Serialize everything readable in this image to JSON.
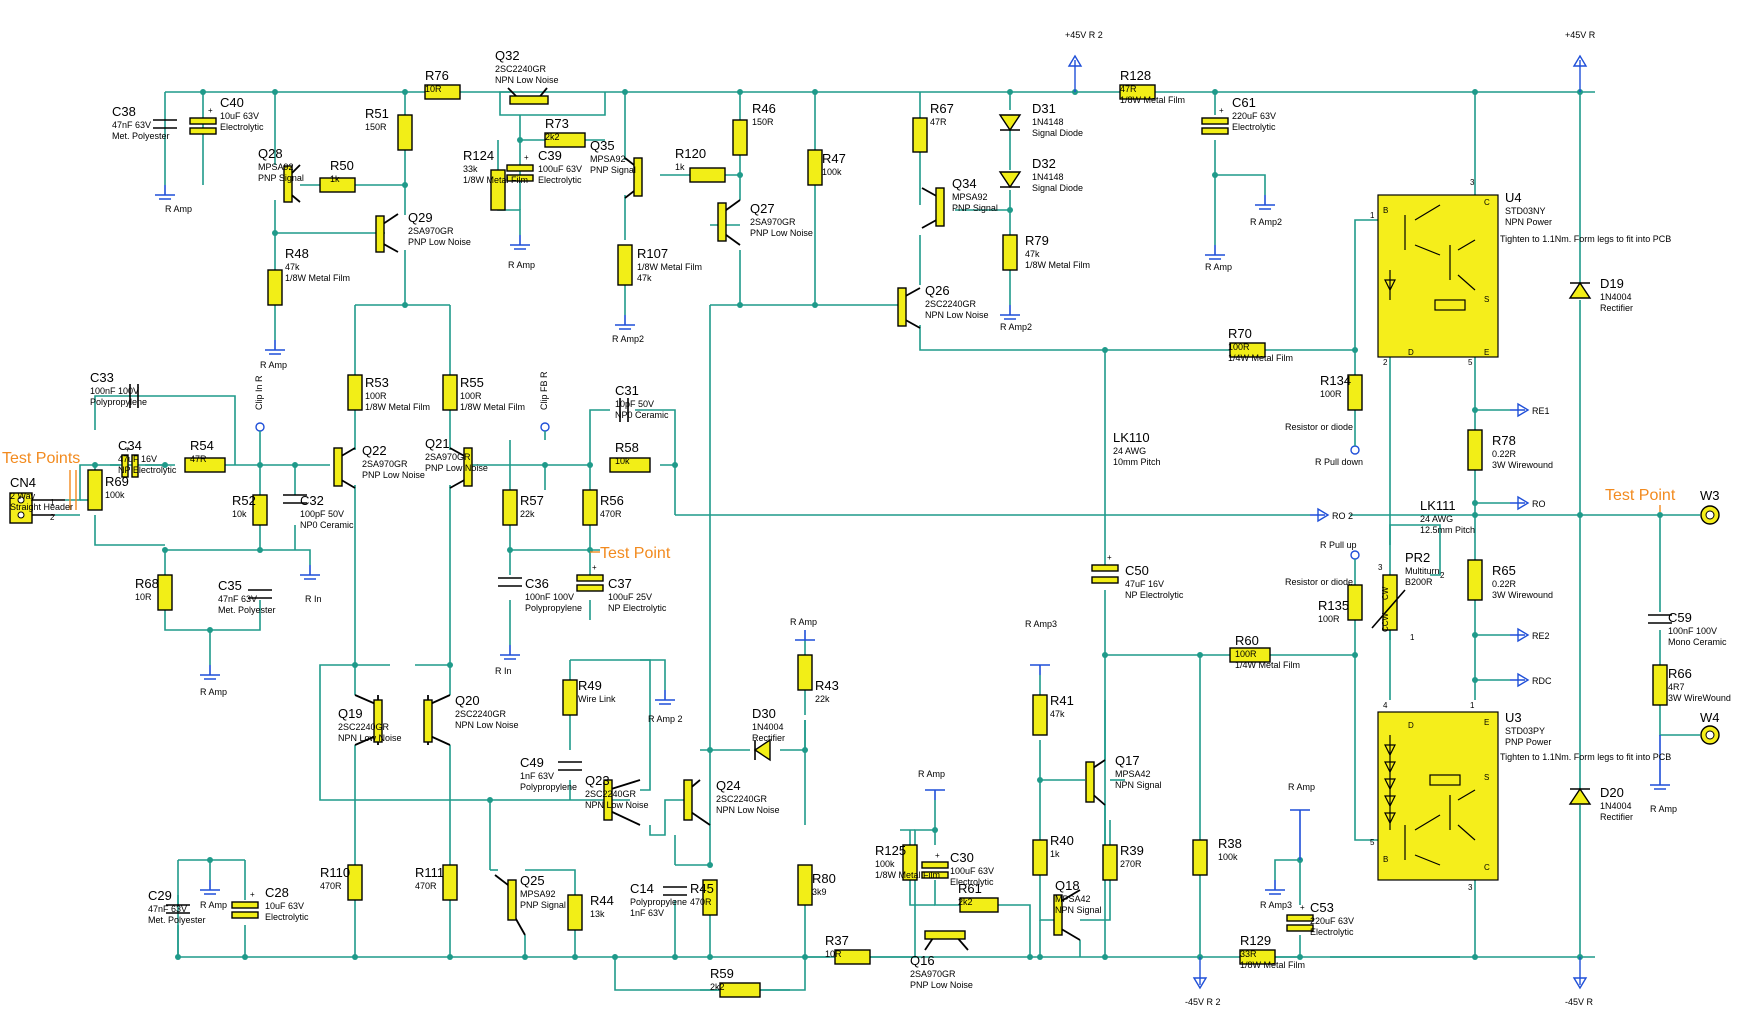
{
  "test_point_labels": [
    "Test Points",
    "Test Point",
    "Test Point"
  ],
  "power_labels": {
    "plus_r2": "+45V R 2",
    "plus_r": "+45V R",
    "minus_r2": "-45V R 2",
    "minus_r": "-45V R"
  },
  "nets": {
    "r_amp": "R Amp",
    "r_amp2": "R Amp2",
    "r_amp_2": "R Amp 2",
    "r_amp3": "R Amp3",
    "r_in": "R In",
    "clip_in": "Clip In R",
    "clip_fb": "Clip FB R",
    "re1": "RE1",
    "ro2": "RO 2",
    "ro": "RO",
    "re2": "RE2",
    "rdc": "RDC",
    "r_pull_down": "R Pull down",
    "r_pull_up": "R Pull up",
    "res_or_diode": "Resistor or diode"
  },
  "components": [
    {
      "ref": "C38",
      "v1": "47nF 63V",
      "v2": "Met. Polyester"
    },
    {
      "ref": "C40",
      "v1": "10uF 63V",
      "v2": "Electrolytic"
    },
    {
      "ref": "Q28",
      "v1": "MPSA92",
      "v2": "PNP Signal"
    },
    {
      "ref": "R50",
      "v1": "1k",
      "v2": ""
    },
    {
      "ref": "R51",
      "v1": "150R",
      "v2": ""
    },
    {
      "ref": "R76",
      "v1": "10R",
      "v2": ""
    },
    {
      "ref": "Q32",
      "v1": "2SC2240GR",
      "v2": "NPN Low Noise"
    },
    {
      "ref": "R73",
      "v1": "2k2",
      "v2": ""
    },
    {
      "ref": "R124",
      "v1": "33k",
      "v2": "1/8W Metal Film"
    },
    {
      "ref": "C39",
      "v1": "100uF 63V",
      "v2": "Electrolytic"
    },
    {
      "ref": "Q29",
      "v1": "2SA970GR",
      "v2": "PNP Low Noise"
    },
    {
      "ref": "R48",
      "v1": "47k",
      "v2": "1/8W Metal Film"
    },
    {
      "ref": "Q35",
      "v1": "MPSA92",
      "v2": "PNP Signal"
    },
    {
      "ref": "R120",
      "v1": "1k",
      "v2": ""
    },
    {
      "ref": "R46",
      "v1": "150R",
      "v2": ""
    },
    {
      "ref": "R47",
      "v1": "100k",
      "v2": ""
    },
    {
      "ref": "Q27",
      "v1": "2SA970GR",
      "v2": "PNP Low Noise"
    },
    {
      "ref": "R107",
      "v1": "1/8W Metal Film",
      "v2": "47k"
    },
    {
      "ref": "R67",
      "v1": "47R",
      "v2": ""
    },
    {
      "ref": "Q34",
      "v1": "MPSA92",
      "v2": "PNP Signal"
    },
    {
      "ref": "Q26",
      "v1": "2SC2240GR",
      "v2": "NPN Low Noise"
    },
    {
      "ref": "D31",
      "v1": "1N4148",
      "v2": "Signal Diode"
    },
    {
      "ref": "D32",
      "v1": "1N4148",
      "v2": "Signal Diode"
    },
    {
      "ref": "R79",
      "v1": "47k",
      "v2": "1/8W Metal Film"
    },
    {
      "ref": "R128",
      "v1": "47R",
      "v2": "1/8W Metal Film"
    },
    {
      "ref": "C61",
      "v1": "220uF 63V",
      "v2": "Electrolytic"
    },
    {
      "ref": "U4",
      "v1": "STD03NY",
      "v2": "NPN Power"
    },
    {
      "ref": "U3",
      "v1": "STD03PY",
      "v2": "PNP Power"
    },
    {
      "ref": "D19",
      "v1": "1N4004",
      "v2": "Rectifier"
    },
    {
      "ref": "D20",
      "v1": "1N4004",
      "v2": "Rectifier"
    },
    {
      "ref": "R70",
      "v1": "100R",
      "v2": "1/4W Metal Film"
    },
    {
      "ref": "R134",
      "v1": "100R",
      "v2": ""
    },
    {
      "ref": "R78",
      "v1": "0.22R",
      "v2": "3W Wirewound"
    },
    {
      "ref": "R65",
      "v1": "0.22R",
      "v2": "3W Wirewound"
    },
    {
      "ref": "LK110",
      "v1": "24 AWG",
      "v2": "10mm Pitch"
    },
    {
      "ref": "LK111",
      "v1": "24 AWG",
      "v2": "12.5mm Pitch"
    },
    {
      "ref": "C33",
      "v1": "100nF 100V",
      "v2": "Polypropylene"
    },
    {
      "ref": "C34",
      "v1": "47uF 16V",
      "v2": "NP Electrolytic"
    },
    {
      "ref": "R54",
      "v1": "47R",
      "v2": ""
    },
    {
      "ref": "CN4",
      "v1": "2 Way",
      "v2": "Straight Header"
    },
    {
      "ref": "R69",
      "v1": "100k",
      "v2": ""
    },
    {
      "ref": "R52",
      "v1": "10k",
      "v2": ""
    },
    {
      "ref": "C32",
      "v1": "100pF 50V",
      "v2": "NP0 Ceramic"
    },
    {
      "ref": "R53",
      "v1": "100R",
      "v2": "1/8W Metal Film"
    },
    {
      "ref": "Q22",
      "v1": "2SA970GR",
      "v2": "PNP Low Noise"
    },
    {
      "ref": "R55",
      "v1": "100R",
      "v2": "1/8W Metal Film"
    },
    {
      "ref": "Q21",
      "v1": "2SA970GR",
      "v2": "PNP Low Noise"
    },
    {
      "ref": "C31",
      "v1": "10pF 50V",
      "v2": "NP0 Ceramic"
    },
    {
      "ref": "R58",
      "v1": "10k",
      "v2": ""
    },
    {
      "ref": "R57",
      "v1": "22k",
      "v2": ""
    },
    {
      "ref": "R56",
      "v1": "470R",
      "v2": ""
    },
    {
      "ref": "R68",
      "v1": "10R",
      "v2": ""
    },
    {
      "ref": "C35",
      "v1": "47nF 63V",
      "v2": "Met. Polyester"
    },
    {
      "ref": "C36",
      "v1": "100nF 100V",
      "v2": "Polypropylene"
    },
    {
      "ref": "C37",
      "v1": "100uF 25V",
      "v2": "NP Electrolytic"
    },
    {
      "ref": "C50",
      "v1": "47uF 16V",
      "v2": "NP Electrolytic"
    },
    {
      "ref": "R135",
      "v1": "100R",
      "v2": ""
    },
    {
      "ref": "PR2",
      "v1": "Multiturn",
      "v2": "B200R"
    },
    {
      "ref": "R60",
      "v1": "100R",
      "v2": "1/4W Metal Film"
    },
    {
      "ref": "C59",
      "v1": "100nF 100V",
      "v2": "Mono Ceramic"
    },
    {
      "ref": "R66",
      "v1": "4R7",
      "v2": "3W WireWound"
    },
    {
      "ref": "W3",
      "v1": "",
      "v2": ""
    },
    {
      "ref": "W4",
      "v1": "",
      "v2": ""
    },
    {
      "ref": "Q19",
      "v1": "2SC2240GR",
      "v2": "NPN Low Noise"
    },
    {
      "ref": "Q20",
      "v1": "2SC2240GR",
      "v2": "NPN Low Noise"
    },
    {
      "ref": "R49",
      "v1": "Wire Link",
      "v2": ""
    },
    {
      "ref": "C49",
      "v1": "1nF 63V",
      "v2": "Polypropylene"
    },
    {
      "ref": "Q23",
      "v1": "2SC2240GR",
      "v2": "NPN Low Noise"
    },
    {
      "ref": "Q24",
      "v1": "2SC2240GR",
      "v2": "NPN Low Noise"
    },
    {
      "ref": "D30",
      "v1": "1N4004",
      "v2": "Rectifier"
    },
    {
      "ref": "R43",
      "v1": "22k",
      "v2": ""
    },
    {
      "ref": "R41",
      "v1": "47k",
      "v2": ""
    },
    {
      "ref": "Q17",
      "v1": "MPSA42",
      "v2": "NPN Signal"
    },
    {
      "ref": "C29",
      "v1": "47nF 63V",
      "v2": "Met. Polyester"
    },
    {
      "ref": "C28",
      "v1": "10uF 63V",
      "v2": "Electrolytic"
    },
    {
      "ref": "R110",
      "v1": "470R",
      "v2": ""
    },
    {
      "ref": "R111",
      "v1": "470R",
      "v2": ""
    },
    {
      "ref": "Q25",
      "v1": "MPSA92",
      "v2": "PNP Signal"
    },
    {
      "ref": "R44",
      "v1": "13k",
      "v2": ""
    },
    {
      "ref": "C14",
      "v1": "Polypropylene",
      "v2": "1nF 63V"
    },
    {
      "ref": "R45",
      "v1": "470R",
      "v2": ""
    },
    {
      "ref": "R80",
      "v1": "3k9",
      "v2": ""
    },
    {
      "ref": "R125",
      "v1": "100k",
      "v2": "1/8W Metal Film"
    },
    {
      "ref": "C30",
      "v1": "100uF 63V",
      "v2": "Electrolytic"
    },
    {
      "ref": "R61",
      "v1": "2k2",
      "v2": ""
    },
    {
      "ref": "R37",
      "v1": "10R",
      "v2": ""
    },
    {
      "ref": "Q16",
      "v1": "2SA970GR",
      "v2": "PNP Low Noise"
    },
    {
      "ref": "R59",
      "v1": "2k2",
      "v2": ""
    },
    {
      "ref": "R40",
      "v1": "1k",
      "v2": ""
    },
    {
      "ref": "Q18",
      "v1": "MPSA42",
      "v2": "NPN Signal"
    },
    {
      "ref": "R39",
      "v1": "270R",
      "v2": ""
    },
    {
      "ref": "R38",
      "v1": "100k",
      "v2": ""
    },
    {
      "ref": "R129",
      "v1": "33R",
      "v2": "1/8W Metal Film"
    },
    {
      "ref": "C53",
      "v1": "220uF 63V",
      "v2": "Electrolytic"
    }
  ],
  "notes": {
    "u4_note": "Tighten to 1.1Nm. Form legs to fit into PCB",
    "u3_note": "Tighten to 1.1Nm. Form legs to fit into PCB"
  }
}
